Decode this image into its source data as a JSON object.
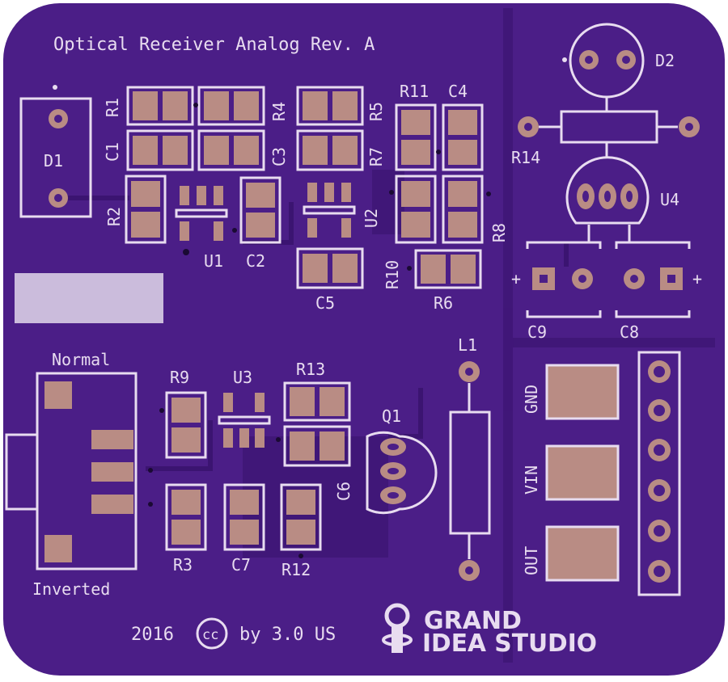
{
  "board": {
    "title": "Optical Receiver Analog Rev. A",
    "footer_year": "2016",
    "license_badge": "cc",
    "license_text": "by 3.0 US",
    "logo_line1": "GRAND",
    "logo_line2": "IDEA STUDIO",
    "colors": {
      "board": "#4b1e87",
      "board_dark": "#3a136f",
      "silkscreen": "#e8dcf0",
      "pad": "#b98c84",
      "label_box": "#cbbcdc"
    }
  },
  "labels": {
    "d1": "D1",
    "d2": "D2",
    "r1": "R1",
    "c1": "C1",
    "r4": "R4",
    "c3": "C3",
    "r5": "R5",
    "r7": "R7",
    "r11": "R11",
    "c4": "C4",
    "r2": "R2",
    "u1": "U1",
    "c2": "C2",
    "u2": "U2",
    "r8": "R8",
    "r10": "R10",
    "c5": "C5",
    "r6": "R6",
    "r14": "R14",
    "u4": "U4",
    "c9": "C9",
    "c8": "C8",
    "plus_left": "+",
    "plus_right": "+",
    "normal": "Normal",
    "inverted": "Inverted",
    "r9": "R9",
    "u3": "U3",
    "r13": "R13",
    "q1": "Q1",
    "c6": "C6",
    "r3": "R3",
    "c7": "C7",
    "r12": "R12",
    "l1": "L1",
    "gnd": "GND",
    "vin": "VIN",
    "out": "OUT"
  }
}
